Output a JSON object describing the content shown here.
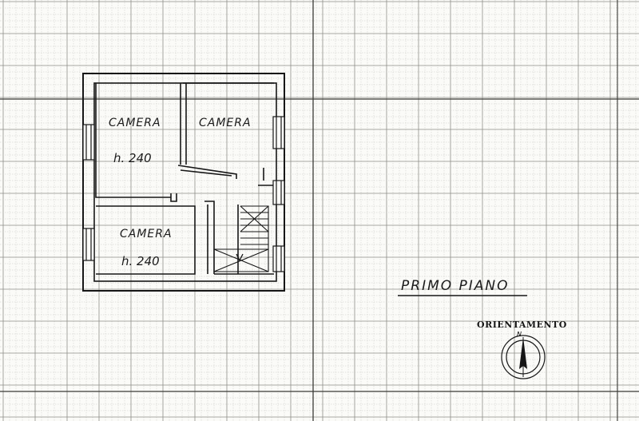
{
  "plan": {
    "rooms": [
      {
        "label": "CAMERA",
        "height": "h. 240"
      },
      {
        "label": "CAMERA",
        "height": ""
      },
      {
        "label": "CAMERA",
        "height": "h. 240"
      }
    ],
    "floor_title": "PRIMO PIANO",
    "orientation_label": "ORIENTAMENTO",
    "north_letter": "N"
  },
  "colors": {
    "paper": "#fbfbf8",
    "grid_minor": "#c9c9c4",
    "grid_major": "#8e8e88",
    "grid_heavy": "#3a3a36",
    "ink": "#161616"
  }
}
